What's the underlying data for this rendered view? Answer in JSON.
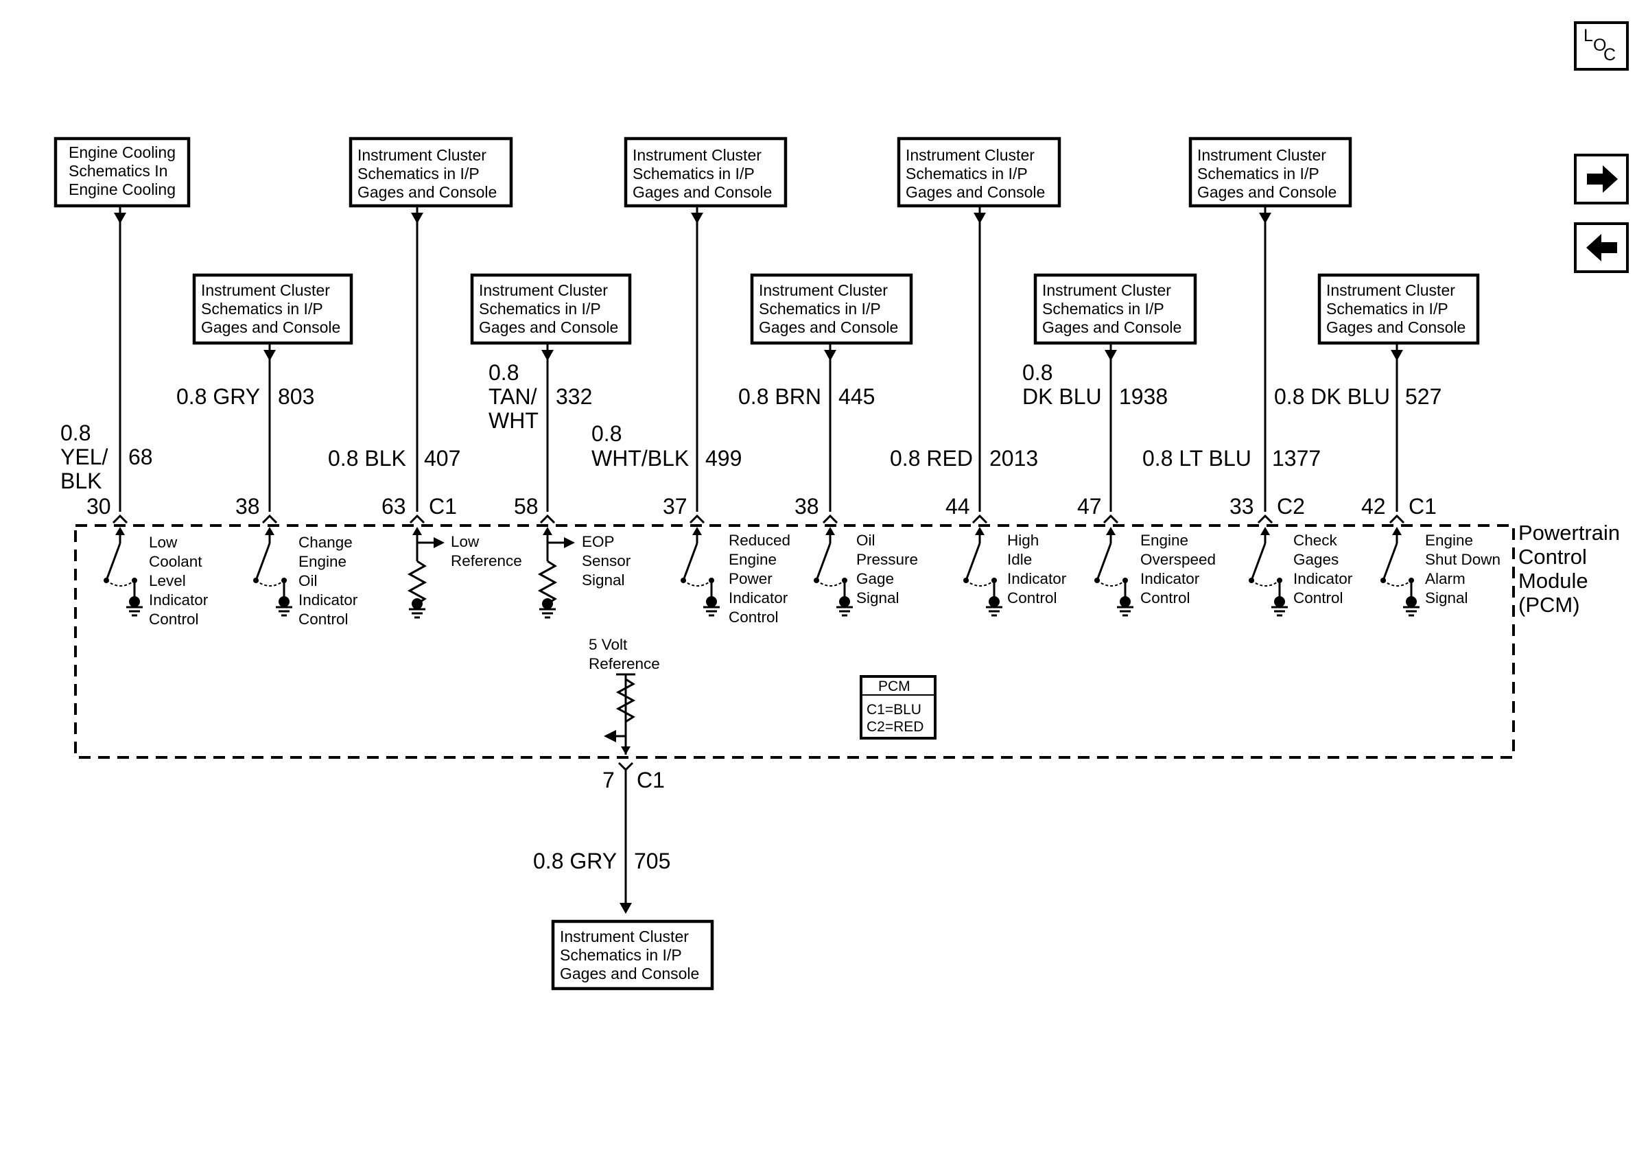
{
  "nav": {
    "loc_letters": [
      "L",
      "O",
      "C"
    ],
    "forward_icon": "arrow-right-icon",
    "back_icon": "arrow-left-icon"
  },
  "module": {
    "label_lines": [
      "Powertrain",
      "Control",
      "Module",
      "(PCM)"
    ]
  },
  "connector_legend": {
    "title": "PCM",
    "lines": [
      "C1=BLU",
      "C2=RED"
    ]
  },
  "reference": {
    "label_lines": [
      "5 Volt",
      "Reference"
    ]
  },
  "circuits": [
    {
      "box_lines": [
        "Engine Cooling",
        "Schematics In",
        "Engine Cooling"
      ],
      "wire_color_lines": [
        "0.8",
        "YEL/",
        "BLK"
      ],
      "circuit_number": "68",
      "pin": "30",
      "connector": "",
      "description_lines": [
        "Low",
        "Coolant",
        "Level",
        "Indicator",
        "Control"
      ]
    },
    {
      "box_lines": [
        "Instrument Cluster",
        "Schematics in I/P",
        "Gages and Console"
      ],
      "wire_color_lines": [
        "0.8 GRY"
      ],
      "circuit_number": "803",
      "pin": "38",
      "connector": "",
      "description_lines": [
        "Change",
        "Engine",
        "Oil",
        "Indicator",
        "Control"
      ]
    },
    {
      "box_lines": [
        "Instrument Cluster",
        "Schematics in I/P",
        "Gages and Console"
      ],
      "wire_color_lines": [
        "0.8 BLK"
      ],
      "circuit_number": "407",
      "pin": "63",
      "connector": "C1",
      "description_lines": [
        "Low",
        "Reference"
      ]
    },
    {
      "box_lines": [
        "Instrument Cluster",
        "Schematics in I/P",
        "Gages and Console"
      ],
      "wire_color_lines": [
        "0.8",
        "TAN/",
        "WHT"
      ],
      "circuit_number": "332",
      "pin": "58",
      "connector": "",
      "description_lines": [
        "EOP",
        "Sensor",
        "Signal"
      ]
    },
    {
      "box_lines": [
        "Instrument Cluster",
        "Schematics in I/P",
        "Gages and Console"
      ],
      "wire_color_lines": [
        "0.8",
        "WHT/BLK"
      ],
      "circuit_number": "499",
      "pin": "37",
      "connector": "",
      "description_lines": [
        "Reduced",
        "Engine",
        "Power",
        "Indicator",
        "Control"
      ]
    },
    {
      "box_lines": [
        "Instrument Cluster",
        "Schematics in I/P",
        "Gages and Console"
      ],
      "wire_color_lines": [
        "0.8 BRN"
      ],
      "circuit_number": "445",
      "pin": "38",
      "connector": "",
      "description_lines": [
        "Oil",
        "Pressure",
        "Gage",
        "Signal"
      ]
    },
    {
      "box_lines": [
        "Instrument Cluster",
        "Schematics in I/P",
        "Gages and Console"
      ],
      "wire_color_lines": [
        "0.8 RED"
      ],
      "circuit_number": "2013",
      "pin": "44",
      "connector": "",
      "description_lines": [
        "High",
        "Idle",
        "Indicator",
        "Control"
      ]
    },
    {
      "box_lines": [
        "Instrument Cluster",
        "Schematics in I/P",
        "Gages and Console"
      ],
      "wire_color_lines": [
        "0.8",
        "DK BLU"
      ],
      "circuit_number": "1938",
      "pin": "47",
      "connector": "",
      "description_lines": [
        "Engine",
        "Overspeed",
        "Indicator",
        "Control"
      ]
    },
    {
      "box_lines": [
        "Instrument Cluster",
        "Schematics in I/P",
        "Gages and Console"
      ],
      "wire_color_lines": [
        "0.8 LT BLU"
      ],
      "circuit_number": "1377",
      "pin": "33",
      "connector": "C2",
      "description_lines": [
        "Check",
        "Gages",
        "Indicator",
        "Control"
      ]
    },
    {
      "box_lines": [
        "Instrument Cluster",
        "Schematics in I/P",
        "Gages and Console"
      ],
      "wire_color_lines": [
        "0.8 DK BLU"
      ],
      "circuit_number": "527",
      "pin": "42",
      "connector": "C1",
      "description_lines": [
        "Engine",
        "Shut Down",
        "Alarm",
        "Signal"
      ]
    },
    {
      "box_lines": [
        "Instrument Cluster",
        "Schematics in I/P",
        "Gages and Console"
      ],
      "wire_color_lines": [
        "0.8 GRY"
      ],
      "circuit_number": "705",
      "pin": "7",
      "connector": "C1",
      "description_lines": []
    }
  ]
}
